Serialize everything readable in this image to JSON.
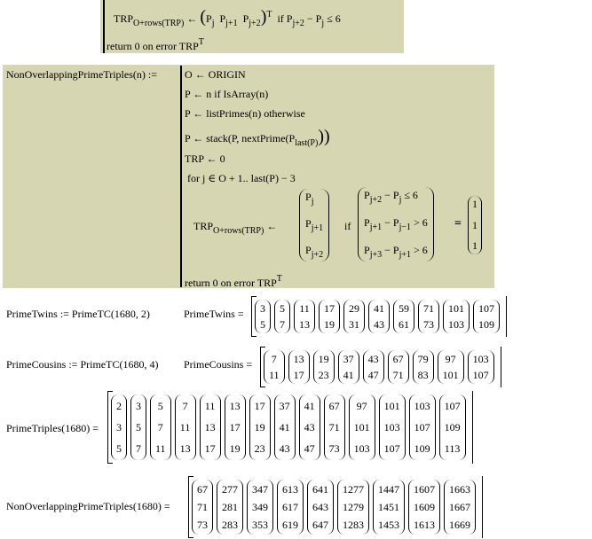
{
  "top_fragment": {
    "trp_line_lhs": "TRP",
    "trp_line_sub": "O+rows(TRP)",
    "trp_line_rhs_a": "P",
    "trp_line_rhs_b": "P",
    "trp_line_rhs_c": "P",
    "sub_j": "j",
    "sub_j1": "j+1",
    "sub_j2": "j+2",
    "sup_T": "T",
    "cond": "if  P",
    "cond_rest": " − P",
    "cond_end": " ≤ 6",
    "return_line": "return  0   on error TRP",
    "return_sup": "T"
  },
  "fn_def": {
    "name": "NonOverlappingPrimeTriples(n) :=",
    "lines": [
      "O ← ORIGIN",
      "P ← n  if  IsArray(n)",
      "P ← listPrimes(n)   otherwise",
      "P ← stack(P, nextPrime(P",
      "TRP ← 0",
      "for  j ∈ O + 1.. last(P) − 3"
    ],
    "stack_sub": "last(P)",
    "stack_close": "))",
    "trp_lhs": "TRP",
    "trp_sub": "O+rows(TRP)",
    "arrow": "←",
    "vec_a": "P",
    "vec_b": "P",
    "vec_c": "P",
    "vec_a_sub": "j",
    "vec_b_sub": "j+1",
    "vec_c_sub": "j+2",
    "if": "if",
    "cond1": "P",
    "cond1_sub": "j+2",
    "cond1_rest": " − P",
    "cond1_sub2": "j",
    "cond1_end": " ≤ 6",
    "cond2": "P",
    "cond2_sub": "j+1",
    "cond2_rest": " − P",
    "cond2_sub2": "j−1",
    "cond2_end": " > 6",
    "cond3": "P",
    "cond3_sub": "j+3",
    "cond3_rest": " − P",
    "cond3_sub2": "j+1",
    "cond3_end": " > 6",
    "eq": "=",
    "ones": [
      "1",
      "1",
      "1"
    ],
    "return_line": "return  0   on error TRP",
    "return_sup": "T"
  },
  "twins": {
    "def": "PrimeTwins := PrimeTC(1680, 2)",
    "label": "PrimeTwins =",
    "cols": [
      [
        "3",
        "5"
      ],
      [
        "5",
        "7"
      ],
      [
        "11",
        "13"
      ],
      [
        "17",
        "19"
      ],
      [
        "29",
        "31"
      ],
      [
        "41",
        "43"
      ],
      [
        "59",
        "61"
      ],
      [
        "71",
        "73"
      ],
      [
        "101",
        "103"
      ],
      [
        "107",
        "109"
      ]
    ]
  },
  "cousins": {
    "def": "PrimeCousins := PrimeTC(1680, 4)",
    "label": "PrimeCousins =",
    "cols": [
      [
        "7",
        "11"
      ],
      [
        "13",
        "17"
      ],
      [
        "19",
        "23"
      ],
      [
        "37",
        "41"
      ],
      [
        "43",
        "47"
      ],
      [
        "67",
        "71"
      ],
      [
        "79",
        "83"
      ],
      [
        "97",
        "101"
      ],
      [
        "103",
        "107"
      ]
    ]
  },
  "triples": {
    "label": "PrimeTriples(1680) =",
    "cols": [
      [
        "2",
        "3",
        "5"
      ],
      [
        "3",
        "5",
        "7"
      ],
      [
        "5",
        "7",
        "11"
      ],
      [
        "7",
        "11",
        "13"
      ],
      [
        "11",
        "13",
        "17"
      ],
      [
        "13",
        "17",
        "19"
      ],
      [
        "17",
        "19",
        "23"
      ],
      [
        "37",
        "41",
        "43"
      ],
      [
        "41",
        "43",
        "47"
      ],
      [
        "67",
        "71",
        "73"
      ],
      [
        "97",
        "101",
        "103"
      ],
      [
        "101",
        "103",
        "107"
      ],
      [
        "103",
        "107",
        "109"
      ],
      [
        "107",
        "109",
        "113"
      ]
    ]
  },
  "nonoverlap": {
    "label": "NonOverlappingPrimeTriples(1680) =",
    "cols": [
      [
        "67",
        "71",
        "73"
      ],
      [
        "277",
        "281",
        "283"
      ],
      [
        "347",
        "349",
        "353"
      ],
      [
        "613",
        "617",
        "619"
      ],
      [
        "641",
        "643",
        "647"
      ],
      [
        "1277",
        "1279",
        "1283"
      ],
      [
        "1447",
        "1451",
        "1453"
      ],
      [
        "1607",
        "1609",
        "1613"
      ],
      [
        "1663",
        "1667",
        "1669"
      ]
    ]
  }
}
